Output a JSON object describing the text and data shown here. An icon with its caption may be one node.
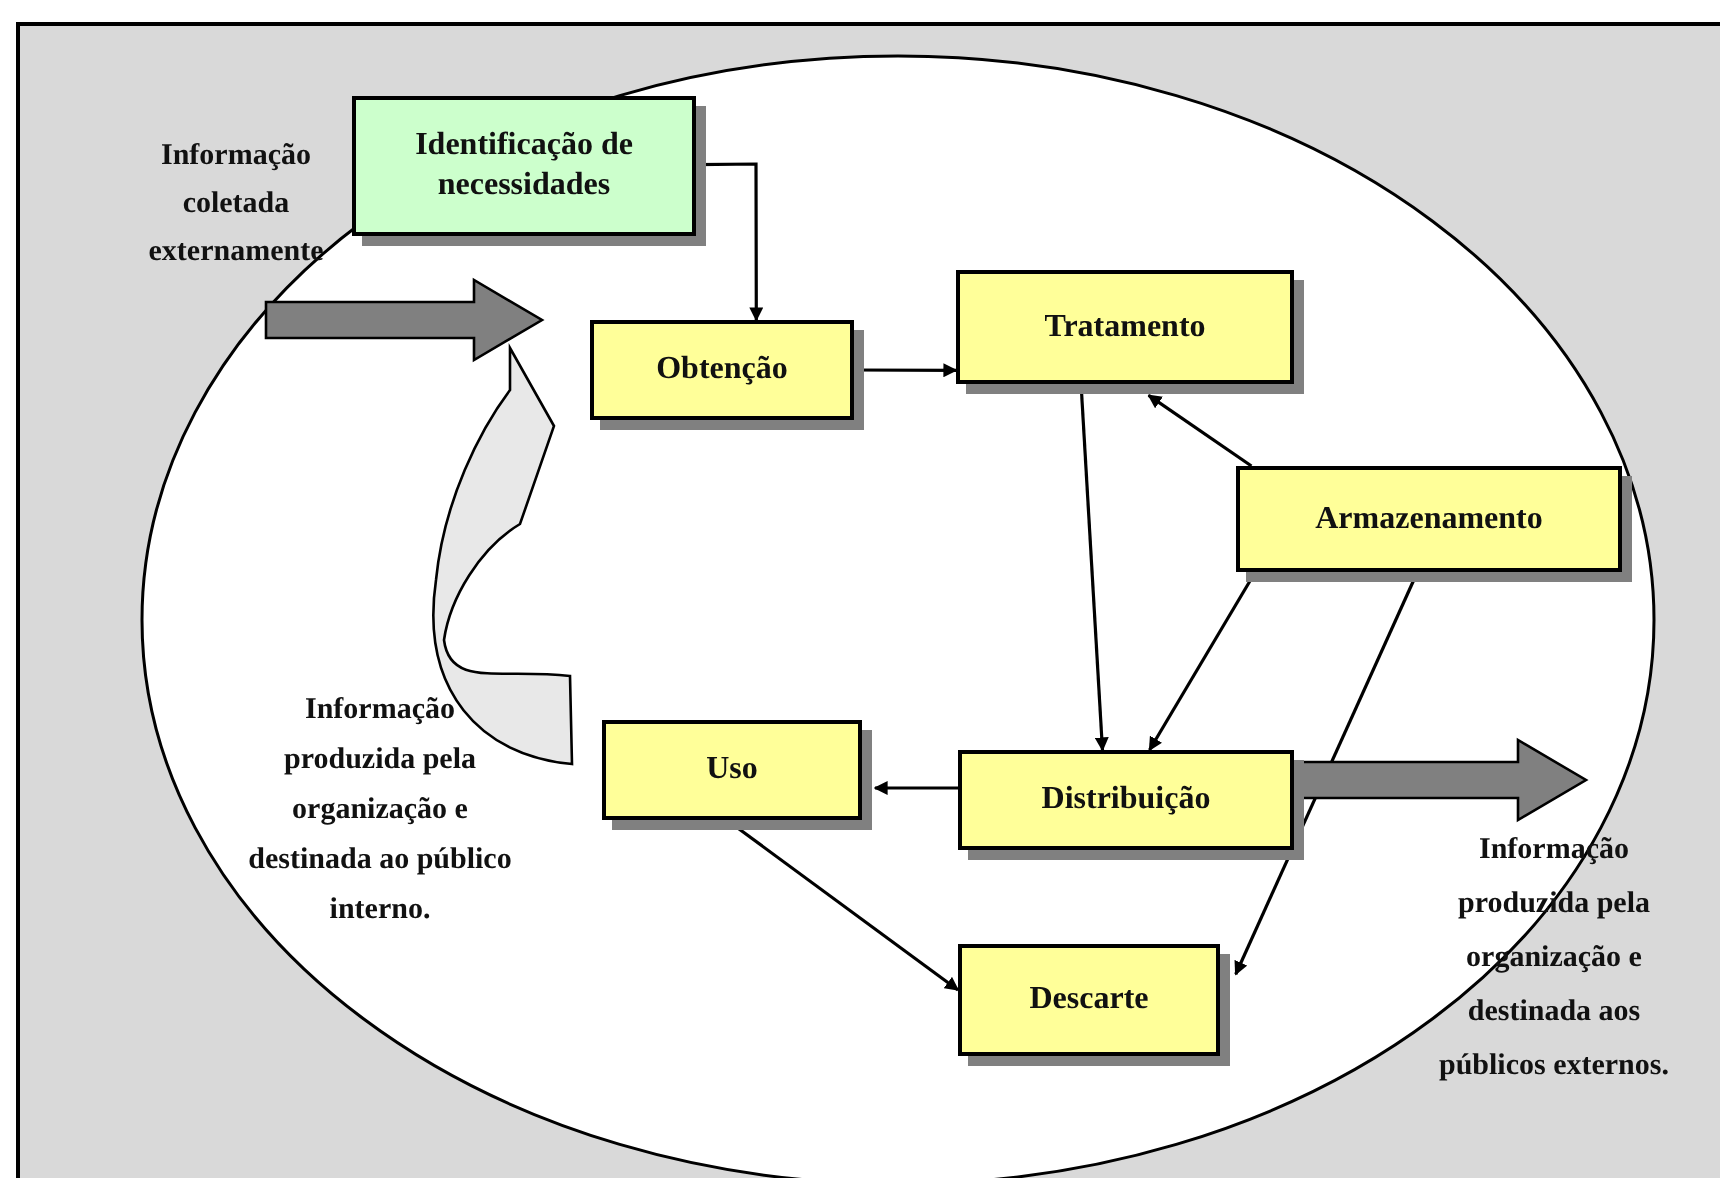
{
  "diagram": {
    "nodes": [
      {
        "text": [
          "Identificação de necessidades"
        ]
      },
      {
        "text": [
          "Obtenção"
        ]
      },
      {
        "text": [
          "Tratamento"
        ]
      },
      {
        "text": [
          "Armazenamento"
        ]
      },
      {
        "text": [
          "Distribuição"
        ]
      },
      {
        "text": [
          "Uso"
        ]
      },
      {
        "text": [
          "Descarte"
        ]
      }
    ],
    "edges": [
      {
        "from": 0,
        "to": 1,
        "arrow": "to"
      },
      {
        "from": 1,
        "to": 2,
        "arrow": "to"
      },
      {
        "from": 3,
        "to": 2,
        "arrow": "to"
      },
      {
        "from": 2,
        "to": 4,
        "arrow": "to"
      },
      {
        "from": 3,
        "to": 4,
        "arrow": "to"
      },
      {
        "from": 4,
        "to": 5,
        "arrow": "to"
      },
      {
        "from": 5,
        "to": 6,
        "arrow": "to"
      },
      {
        "from": 3,
        "to": 6,
        "arrow": "to"
      },
      {
        "from": null,
        "to": 1,
        "arrow": "to",
        "label": "Informação coletada externamente",
        "style": "thick",
        "color": "#808080"
      },
      {
        "from": 4,
        "to": null,
        "arrow": "to",
        "label": "Informação produzida pela organização e destinada aos públicos externos.",
        "style": "thick",
        "color": "#808080"
      },
      {
        "from": null,
        "to": 1,
        "arrow": "to",
        "label": "Informação produzida pela organização e destinada ao público interno.",
        "style": "thick"
      }
    ]
  }
}
